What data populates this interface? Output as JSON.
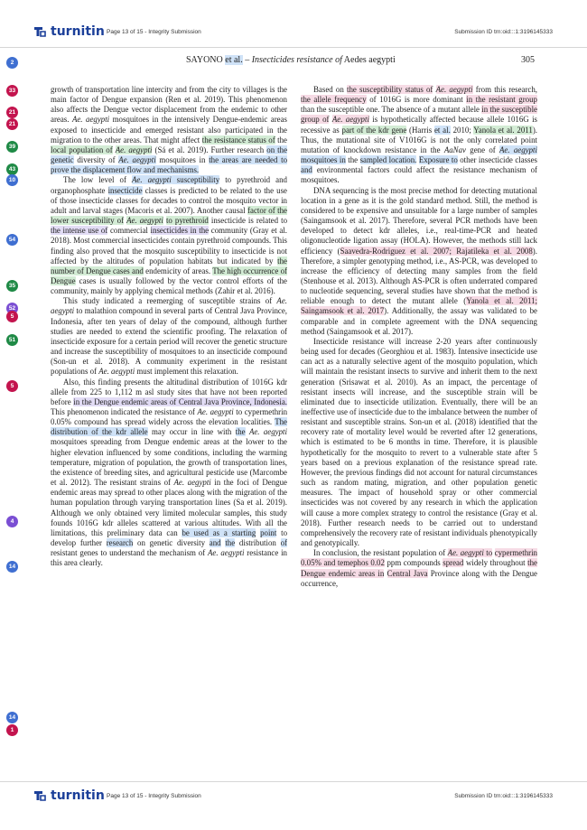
{
  "header": {
    "logo_text": "turnitin",
    "page_info": "Page 13 of 15 - Integrity Submission",
    "submission_id": "Submission ID trn:oid:::1:3196145333"
  },
  "footer": {
    "logo_text": "turnitin",
    "page_info": "Page 13 of 15 - Integrity Submission",
    "submission_id": "Submission ID trn:oid:::1:3196145333"
  },
  "running_head": {
    "prefix": "SAYONO ",
    "etal": "et al.",
    "dash": " – ",
    "title": "Insecticides resistance of",
    "species": " Aedes aegypti",
    "page_number": "305"
  },
  "colors": {
    "blue": "#cfe2f7",
    "green": "#d3ecd5",
    "pink": "#f6dbe5",
    "purple": "#e2dcf5"
  },
  "badges": [
    {
      "label": "2",
      "color": "#3f6fd1"
    },
    {
      "label": "33",
      "color": "#c3144e"
    },
    {
      "label": "21",
      "color": "#c3144e"
    },
    {
      "label": "21",
      "color": "#c3144e"
    },
    {
      "label": "39",
      "color": "#1f8a46"
    },
    {
      "label": "43",
      "color": "#1f8a46"
    },
    {
      "label": "10",
      "color": "#3f6fd1"
    },
    {
      "label": "54",
      "color": "#3f6fd1"
    },
    {
      "label": "35",
      "color": "#1f8a46"
    },
    {
      "label": "52",
      "color": "#7a4ed3"
    },
    {
      "label": "5",
      "color": "#c3144e"
    },
    {
      "label": "51",
      "color": "#1f8a46"
    },
    {
      "label": "5",
      "color": "#c3144e"
    },
    {
      "label": "4",
      "color": "#7a4ed3"
    },
    {
      "label": "14",
      "color": "#3f6fd1"
    },
    {
      "label": "14",
      "color": "#3f6fd1"
    },
    {
      "label": "1",
      "color": "#c3144e"
    }
  ],
  "left_column": [
    {
      "indent": false,
      "runs": [
        {
          "t": "growth of transportation line intercity and from the city to villages is the main factor of Dengue expansion (Ren et al. 2019). This phenomenon also affects the Dengue vector displacement from the endemic to other areas. "
        },
        {
          "t": "Ae. aegypti",
          "i": true
        },
        {
          "t": " mosquitoes in the intensively Dengue-endemic areas exposed to insecticide and emerged resistant also participated in the migration to the other areas. That might affect "
        },
        {
          "t": "the resistance status of",
          "h": "green"
        },
        {
          "t": " the "
        },
        {
          "t": "local population of",
          "h": "green"
        },
        {
          "t": " "
        },
        {
          "t": "Ae. aegypti",
          "i": true,
          "h": "green"
        },
        {
          "t": " (Sá et al. 2019). Further research "
        },
        {
          "t": "on the genetic",
          "h": "blue"
        },
        {
          "t": " diversity of "
        },
        {
          "t": "Ae. aegypti",
          "i": true,
          "h": "blue"
        },
        {
          "t": " mosquitoes in "
        },
        {
          "t": "the areas are needed to prove the displacement flow and mechanisms.",
          "h": "blue"
        }
      ]
    },
    {
      "indent": true,
      "runs": [
        {
          "t": "The low level of "
        },
        {
          "t": "Ae. aegypti",
          "i": true,
          "h": "blue"
        },
        {
          "t": " susceptibility",
          "h": "blue"
        },
        {
          "t": " to pyrethroid and organophosphate "
        },
        {
          "t": "insecticide",
          "h": "blue"
        },
        {
          "t": " classes is predicted to be related to the use of those insecticide classes for decades to control the mosquito vector in adult and larval stages (Macoris et al. 2007). Another causal "
        },
        {
          "t": "factor of the lower susceptibility of",
          "h": "green"
        },
        {
          "t": " "
        },
        {
          "t": "Ae. aegypti",
          "i": true,
          "h": "green"
        },
        {
          "t": " "
        },
        {
          "t": "to pyrethroid",
          "h": "green"
        },
        {
          "t": " insecticide is related to "
        },
        {
          "t": "the intense use of",
          "h": "purple"
        },
        {
          "t": " commercial "
        },
        {
          "t": "insecticides in the",
          "h": "purple"
        },
        {
          "t": " community (Gray et al. 2018). Most commercial insecticides contain pyrethroid compounds. This finding also proved that the mosquito susceptibility to insecticide is not affected by the altitudes of population habitats but indicated by "
        },
        {
          "t": "the number of Dengue cases and",
          "h": "green"
        },
        {
          "t": " endemicity of areas. "
        },
        {
          "t": "The high occurrence of Dengue",
          "h": "green"
        },
        {
          "t": " cases is usually followed by the vector control efforts of the community, mainly by applying chemical methods (Zahir et al. 2016)."
        }
      ]
    },
    {
      "indent": true,
      "runs": [
        {
          "t": "This study indicated a reemerging of susceptible strains of "
        },
        {
          "t": "Ae. aegypti",
          "i": true
        },
        {
          "t": " to malathion compound in several parts of Central Java Province, Indonesia, after ten years of delay of the compound, although further studies are needed to extend the scientific proofing. The relaxation of insecticide exposure for a certain period will recover the genetic structure and increase the susceptibility of mosquitoes to an insecticide compound (Son-un et al. 2018). A community experiment in the resistant populations of "
        },
        {
          "t": "Ae. aegypti",
          "i": true
        },
        {
          "t": " must implement this relaxation."
        }
      ]
    },
    {
      "indent": true,
      "runs": [
        {
          "t": "Also, this finding presents the altitudinal distribution of 1016G kdr allele from 225 to 1,112 m asl study sites that have not been reported before "
        },
        {
          "t": "in the Dengue endemic areas of Central Java Province, Indonesia.",
          "h": "purple"
        },
        {
          "t": " This phenomenon indicated the resistance of "
        },
        {
          "t": "Ae. aegypti",
          "i": true
        },
        {
          "t": " to cypermethrin 0.05% compound has spread widely across the elevation localities. "
        },
        {
          "t": "The distribution of the kdr allele",
          "h": "blue"
        },
        {
          "t": " may occur in line with "
        },
        {
          "t": "the",
          "h": "blue"
        },
        {
          "t": " "
        },
        {
          "t": "Ae. aegypti",
          "i": true
        },
        {
          "t": " mosquitoes spreading from Dengue endemic areas at the lower to the higher elevation influenced by some conditions, including the warming temperature, migration of population, the growth of transportation lines, the existence of breeding sites, and agricultural pesticide use (Marcombe et al. 2012). The resistant strains of "
        },
        {
          "t": "Ae. aegypti",
          "i": true
        },
        {
          "t": " in the foci of Dengue endemic areas may spread to other places along with the migration of the human population through varying transportation lines (Sa et al. 2019). Although we only obtained very limited molecular samples, this study founds 1016G kdr alleles scattered at various altitudes. With all the limitations, this preliminary data can "
        },
        {
          "t": "be used as a starting",
          "h": "blue"
        },
        {
          "t": " "
        },
        {
          "t": "point",
          "h": "blue"
        },
        {
          "t": " to develop further "
        },
        {
          "t": "research",
          "h": "blue"
        },
        {
          "t": " on genetic diversity "
        },
        {
          "t": "and",
          "h": "blue"
        },
        {
          "t": " "
        },
        {
          "t": "the",
          "h": "blue"
        },
        {
          "t": " distribution "
        },
        {
          "t": "of",
          "h": "blue"
        },
        {
          "t": " resistant genes to understand the mechanism of "
        },
        {
          "t": "Ae. aegypti",
          "i": true
        },
        {
          "t": " resistance in this area clearly."
        }
      ]
    }
  ],
  "right_column": [
    {
      "indent": true,
      "runs": [
        {
          "t": "Based on "
        },
        {
          "t": "the susceptibility status of",
          "h": "pink"
        },
        {
          "t": " "
        },
        {
          "t": "Ae. aegypti",
          "i": true,
          "h": "pink"
        },
        {
          "t": " from this research, "
        },
        {
          "t": "the allele frequency",
          "h": "pink"
        },
        {
          "t": " of 1016G is more dominant "
        },
        {
          "t": "in the resistant group",
          "h": "pink"
        },
        {
          "t": " than the susceptible one. The absence of a mutant allele "
        },
        {
          "t": "in the susceptible group of",
          "h": "pink"
        },
        {
          "t": " "
        },
        {
          "t": "Ae. aegypti",
          "i": true,
          "h": "pink"
        },
        {
          "t": " is hypothetically affected because allele 1016G is recessive as "
        },
        {
          "t": "part of the kdr gene",
          "h": "green"
        },
        {
          "t": " (Harris "
        },
        {
          "t": "et al.",
          "h": "blue"
        },
        {
          "t": " 2010; "
        },
        {
          "t": "Yanola et al. 2011",
          "h": "green"
        },
        {
          "t": "). Thus, the mutational site of V1016G is not the only correlated point mutation of knockdown resistance in the "
        },
        {
          "t": "AaNav",
          "i": true
        },
        {
          "t": " gene of "
        },
        {
          "t": "Ae. aegypti",
          "i": true,
          "h": "blue"
        },
        {
          "t": " "
        },
        {
          "t": "mosquitoes in",
          "h": "blue"
        },
        {
          "t": " the "
        },
        {
          "t": "sampled location.",
          "h": "blue"
        },
        {
          "t": " "
        },
        {
          "t": "Exposure to",
          "h": "blue"
        },
        {
          "t": " other insecticide classes "
        },
        {
          "t": "and",
          "h": "blue"
        },
        {
          "t": " environmental factors could affect the resistance mechanism of mosquitoes."
        }
      ]
    },
    {
      "indent": true,
      "runs": [
        {
          "t": "DNA sequencing is the most precise method for detecting mutational location in a gene as it is the gold standard method. Still, the method is considered to be expensive and unsuitable for a large number of samples (Saingamsook et al. 2017). Therefore, several PCR methods have been developed to detect kdr alleles, i.e., real-time-PCR and heated oligonucleotide ligation assay (HOLA). However, the methods still lack efficiency ("
        },
        {
          "t": "Saavedra-Rodriguez et al. 2007; Rajatileka et al. 2008",
          "h": "pink"
        },
        {
          "t": "). Therefore, a simpler genotyping method, i.e., AS-PCR, was developed to increase the efficiency of detecting many samples from the field (Stenhouse et al. 2013). Although AS-PCR is often underrated compared to nucleotide sequencing, several studies have shown that the method is reliable enough to detect the mutant allele ("
        },
        {
          "t": "Yanola et al. 2011; Saingamsook et al. 2017",
          "h": "pink"
        },
        {
          "t": "). Additionally, the assay was validated to be comparable and in complete agreement with the DNA sequencing method (Saingamsook et al. 2017)."
        }
      ]
    },
    {
      "indent": true,
      "runs": [
        {
          "t": "Insecticide resistance will increase 2-20 years after continuously being used for decades (Georghiou et al. 1983). Intensive insecticide use can act as a naturally selective agent of the mosquito population, which will maintain the resistant insects to survive and inherit them to the next generation (Srisawat et al. 2010). As an impact, the percentage of resistant insects will increase, and the susceptible strain will be eliminated due to insecticide utilization. Eventually, there will be an ineffective use of insecticide due to the imbalance between the number of resistant and susceptible strains. Son-un et al. (2018) identified that the recovery rate of mortality level would be reverted after 12 generations, which is estimated to be 6 months in time. Therefore, it is plausible hypothetically for the mosquito to revert to a vulnerable state after 5 years based on a previous explanation of the resistance spread rate. However, the previous findings did not account for natural circumstances such as random mating, migration, and other population genetic measures. The impact of household spray or other commercial insecticides was not covered by any research in which the application will cause a more complex strategy to control the resistance (Gray et al. 2018). Further research needs to be carried out to understand comprehensively the recovery rate of resistant individuals phenotypically and genotypically."
        }
      ]
    },
    {
      "indent": true,
      "runs": [
        {
          "t": "In conclusion, the resistant population of "
        },
        {
          "t": "Ae. aegypti",
          "i": true,
          "h": "pink"
        },
        {
          "t": " to",
          "h": "pink"
        },
        {
          "t": " "
        },
        {
          "t": "cypermethrin 0.05% and temephos 0.02",
          "h": "pink"
        },
        {
          "t": " ppm compounds "
        },
        {
          "t": "spread",
          "h": "pink"
        },
        {
          "t": " widely throughout "
        },
        {
          "t": "the Dengue endemic areas in",
          "h": "pink"
        },
        {
          "t": " "
        },
        {
          "t": "Central Java",
          "h": "pink"
        },
        {
          "t": " Province along with the Dengue occurrence,"
        }
      ]
    }
  ]
}
